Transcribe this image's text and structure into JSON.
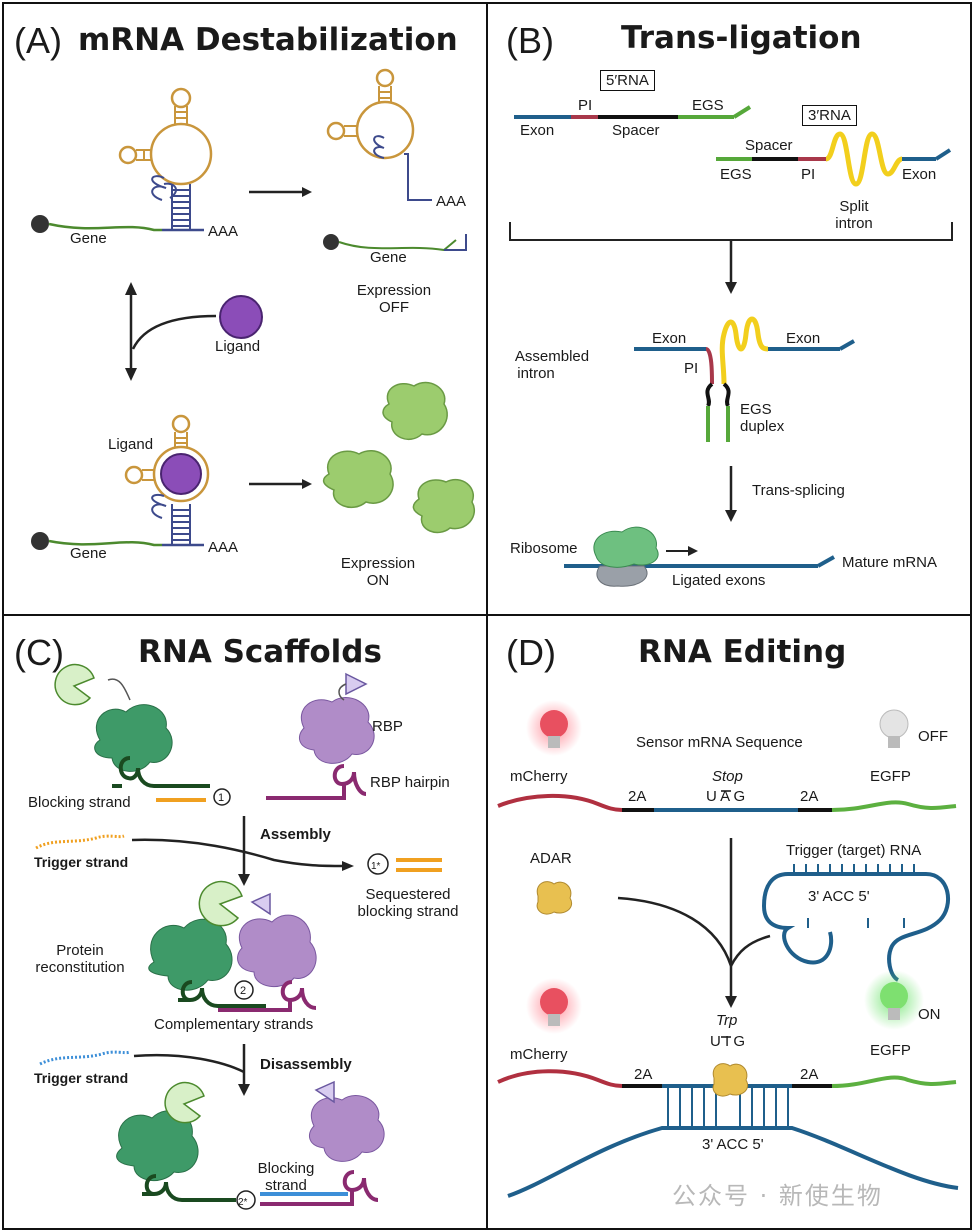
{
  "panel_a": {
    "tag": "(A)",
    "title": "mRNA Destabilization",
    "gene_top": "Gene",
    "aaa_top": "AAA",
    "aaa_off": "AAA",
    "gene_off": "Gene",
    "expression_off": [
      "Expression",
      "OFF"
    ],
    "ligand_free": "Ligand",
    "ligand_bound": "Ligand",
    "gene_bottom": "Gene",
    "aaa_bottom": "AAA",
    "expression_on": [
      "Expression",
      "ON"
    ],
    "colors": {
      "gene": "#4c8a2e",
      "aptamer": "#c9963c",
      "stem": "#3d4a8c",
      "ligand": "#8b4db8",
      "protein": "#9ccc6e"
    }
  },
  "panel_b": {
    "tag": "(B)",
    "title": "Trans-ligation",
    "five_rna": "5′RNA",
    "three_rna": "3′RNA",
    "exon_1": "Exon",
    "pi_1": "PI",
    "spacer_1": "Spacer",
    "egs_1": "EGS",
    "spacer_2": "Spacer",
    "egs_2": "EGS",
    "pi_2": "PI",
    "exon_2": "Exon",
    "split_intron": [
      "Split",
      "intron"
    ],
    "assembled_intron": [
      "Assembled",
      "intron"
    ],
    "exon_left": "Exon",
    "exon_right": "Exon",
    "pi_3": "PI",
    "egs_duplex": [
      "EGS",
      "duplex"
    ],
    "trans_splicing": "Trans-splicing",
    "ribosome": "Ribosome",
    "ligated_exons": "Ligated exons",
    "mature_mrna": "Mature mRNA",
    "colors": {
      "exon": "#1f5f8b",
      "pi": "#a8384a",
      "spacer": "#111111",
      "egs": "#56a83a",
      "intron": "#f2cf1d"
    }
  },
  "panel_c": {
    "tag": "(C)",
    "title": "RNA Scaffolds",
    "blocking_strand": "Blocking strand",
    "circle_1": "1",
    "rbp": "RBP",
    "rbp_hairpin": "RBP hairpin",
    "assembly": "Assembly",
    "trigger_strand_1": "Trigger strand",
    "circle_1s": "1*",
    "sequestered": [
      "Sequestered",
      "blocking strand"
    ],
    "protein_reconstitution": [
      "Protein",
      "reconstitution"
    ],
    "circle_2": "2",
    "complementary": "Complementary strands",
    "disassembly": "Disassembly",
    "trigger_strand_2": "Trigger strand",
    "blocking_strand_2": [
      "Blocking",
      "strand"
    ],
    "circle_2s": "2*",
    "colors": {
      "green_protein": "#3e9a68",
      "purple_protein": "#b08cc8",
      "orange": "#f0a020",
      "blue": "#3d8fd8"
    }
  },
  "panel_d": {
    "tag": "(D)",
    "title": "RNA Editing",
    "sensor": "Sensor mRNA Sequence",
    "mcherry_1": "mCherry",
    "egfp_1": "EGFP",
    "off": "OFF",
    "stop": "Stop",
    "codon_stop": "U A G",
    "twoa_1": "2A",
    "twoa_2": "2A",
    "adar": "ADAR",
    "trigger_rna": "Trigger (target) RNA",
    "acc_1": "3' ACC 5'",
    "mcherry_2": "mCherry",
    "egfp_2": "EGFP",
    "on": "ON",
    "trp": "Trp",
    "codon_trp": "U I G",
    "twoa_3": "2A",
    "twoa_4": "2A",
    "acc_2": "3' ACC 5'",
    "colors": {
      "red": "#b03040",
      "green": "#5cb040",
      "blue": "#1f5f8b",
      "adar": "#e8c050"
    }
  },
  "watermark": "公众号 · 新使生物"
}
